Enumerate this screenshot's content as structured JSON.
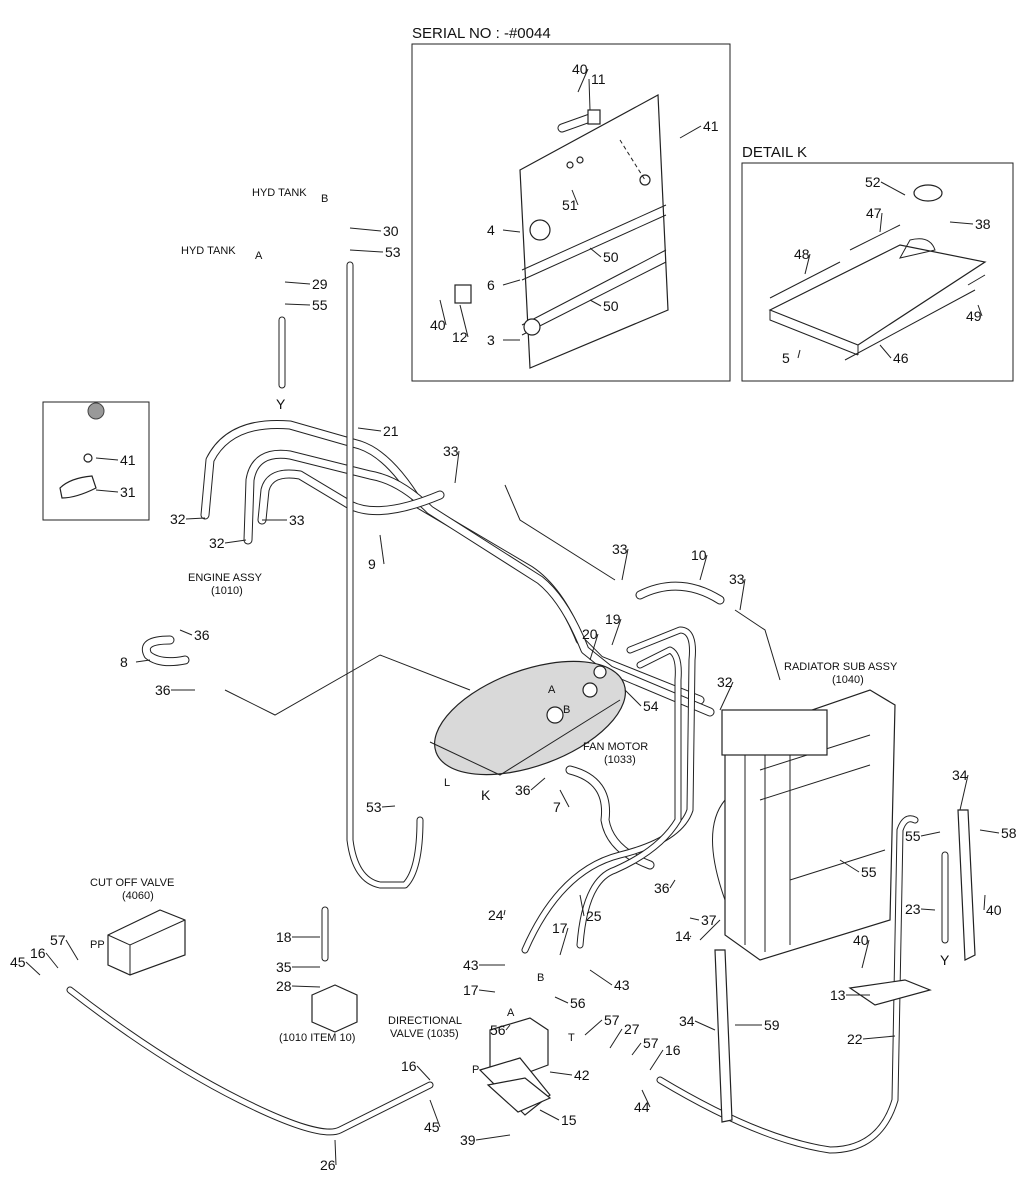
{
  "insets": {
    "serial_title": "SERIAL NO : -#0044",
    "detail_title": "DETAIL K"
  },
  "captions": {
    "hyd_tank_b": "HYD TANK",
    "hyd_tank_b_port": "B",
    "hyd_tank_a": "HYD TANK",
    "hyd_tank_a_port": "A",
    "engine_assy": "ENGINE ASSY",
    "engine_assy_ref": "(1010)",
    "radiator": "RADIATOR SUB ASSY",
    "radiator_ref": "(1040)",
    "fan_motor": "FAN MOTOR",
    "fan_motor_ref": "(1033)",
    "cut_off_valve": "CUT OFF VALVE",
    "cut_off_valve_ref": "(4060)",
    "directional_valve": "DIRECTIONAL",
    "directional_valve_2": "VALVE (1035)",
    "item_ref": "(1010 ITEM 10)",
    "port_pp": "PP",
    "port_a": "A",
    "port_b": "B",
    "port_p": "P",
    "port_t": "T",
    "port_l": "L",
    "motor_a": "A",
    "motor_b": "B",
    "view_k": "K",
    "view_y": "Y",
    "view_y2": "Y"
  },
  "callouts": [
    "40",
    "11",
    "41",
    "4",
    "51",
    "6",
    "50",
    "50",
    "40",
    "12",
    "3",
    "52",
    "47",
    "38",
    "48",
    "49",
    "5",
    "46",
    "30",
    "53",
    "29",
    "55",
    "21",
    "41",
    "31",
    "33",
    "32",
    "33",
    "32",
    "9",
    "33",
    "10",
    "33",
    "36",
    "8",
    "36",
    "20",
    "19",
    "32",
    "54",
    "36",
    "7",
    "53",
    "34",
    "58",
    "55",
    "55",
    "40",
    "23",
    "36",
    "24",
    "25",
    "17",
    "37",
    "14",
    "18",
    "35",
    "28",
    "17",
    "43",
    "56",
    "43",
    "40",
    "13",
    "57",
    "45",
    "16",
    "56",
    "57",
    "27",
    "57",
    "16",
    "34",
    "59",
    "22",
    "42",
    "15",
    "16",
    "45",
    "44",
    "39",
    "26"
  ]
}
